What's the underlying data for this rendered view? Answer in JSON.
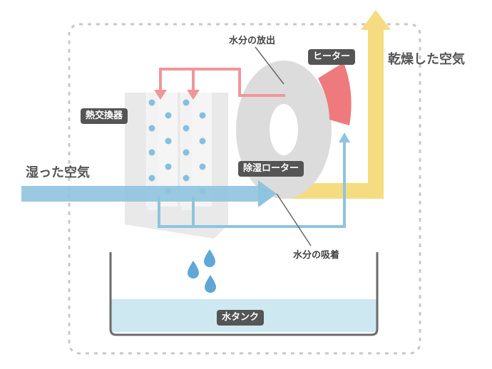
{
  "labels": {
    "heat_exchanger": "熱交換器",
    "moisture_release": "水分の放出",
    "heater": "ヒーター",
    "dry_air": "乾燥した空気",
    "humid_air": "湿った空気",
    "rotor": "除湿ローター",
    "moisture_absorption": "水分の吸着",
    "water_tank": "水タンク"
  },
  "colors": {
    "outline_dashed": "#c8c8c8",
    "exchanger": "#e9e9e9",
    "rotor": "#dcdcdc",
    "humid_air_flow": "#8ec4df",
    "dry_air_flow": "#f5dc80",
    "release_flow": "#f0969a",
    "heater": "#ee7a7d",
    "droplet": "#5fa7d6",
    "tank_water": "#cde8f0",
    "tag_bg": "#555555"
  }
}
